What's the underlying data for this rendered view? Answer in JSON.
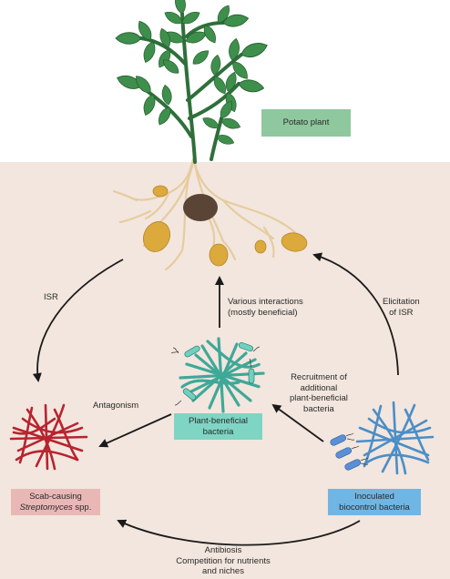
{
  "labels": {
    "potato_plant": "Potato plant",
    "isr": "ISR",
    "various_interactions_1": "Various interactions",
    "various_interactions_2": "(mostly beneficial)",
    "elicitation_1": "Elicitation",
    "elicitation_2": "of ISR",
    "antagonism": "Antagonism",
    "recruitment_1": "Recruitment of",
    "recruitment_2": "additional",
    "recruitment_3": "plant-beneficial",
    "recruitment_4": "bacteria",
    "plant_beneficial_1": "Plant-beneficial",
    "plant_beneficial_2": "bacteria",
    "scab_1": "Scab-causing",
    "scab_2": "Streptomyces",
    "scab_3": " spp.",
    "inoculated_1": "Inoculated",
    "inoculated_2": "biocontrol bacteria",
    "antibiosis_1": "Antibiosis",
    "antibiosis_2": "Competition for nutrients",
    "antibiosis_3": "and niches"
  },
  "colors": {
    "soil": "#f2e6de",
    "potato_box": "#8fc89e",
    "beneficial_box": "#7fd5c3",
    "scab_box": "#eab7b7",
    "inoculated_box": "#6fb6e4",
    "leaf": "#3f8f4c",
    "stem": "#2f6f3a",
    "tuber": "#d9a83a",
    "root": "#e8cfa4",
    "beneficial_bacteria": "#4fb8a8",
    "scab_bacteria": "#b7242f",
    "biocontrol_bacteria": "#4b8ec7"
  },
  "icons": [
    "potato-plant-icon",
    "plant-beneficial-bacteria-icon",
    "scab-streptomyces-icon",
    "biocontrol-bacteria-icon"
  ]
}
